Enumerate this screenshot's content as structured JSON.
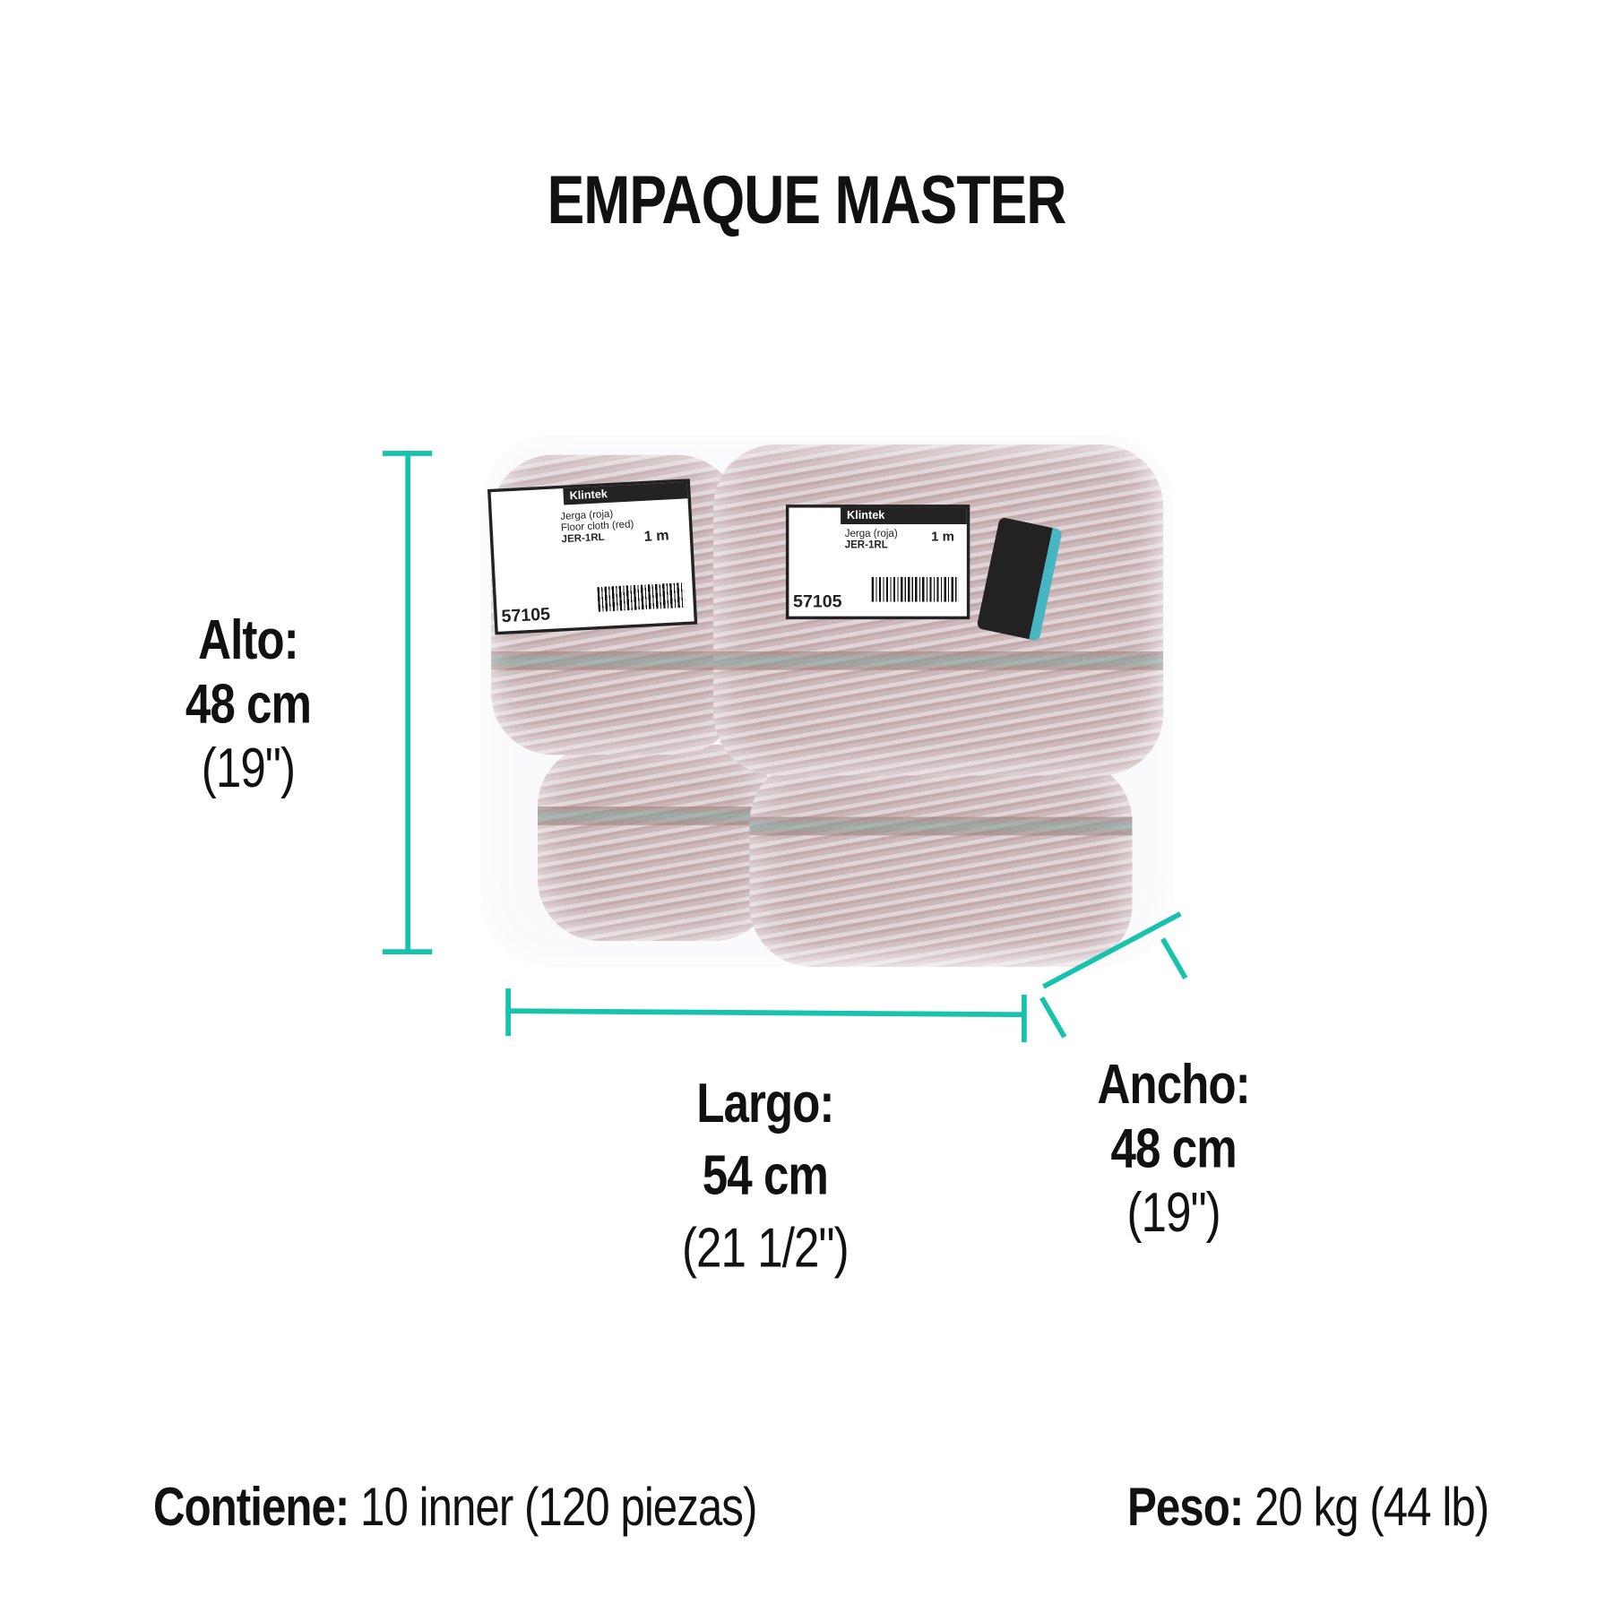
{
  "title": "EMPAQUE MASTER",
  "dimensions": {
    "alto": {
      "label": "Alto:",
      "metric": "48 cm",
      "imperial": "(19\")"
    },
    "largo": {
      "label": "Largo:",
      "metric": "54 cm",
      "imperial": "(21 1/2\")"
    },
    "ancho": {
      "label": "Ancho:",
      "metric": "48 cm",
      "imperial": "(19\")"
    }
  },
  "contents": {
    "label": "Contiene:",
    "value": "10 inner (120 piezas)"
  },
  "weight": {
    "label": "Peso:",
    "value": "20 kg (44 lb)"
  },
  "product_labels": {
    "brand": "Klintek",
    "name": "Jerga (roja)",
    "name_en": "Floor cloth (red)",
    "size": "1 m",
    "code": "JER-1RL",
    "sku": "57105"
  },
  "colors": {
    "accent": "#17c3ad",
    "text": "#111111"
  }
}
